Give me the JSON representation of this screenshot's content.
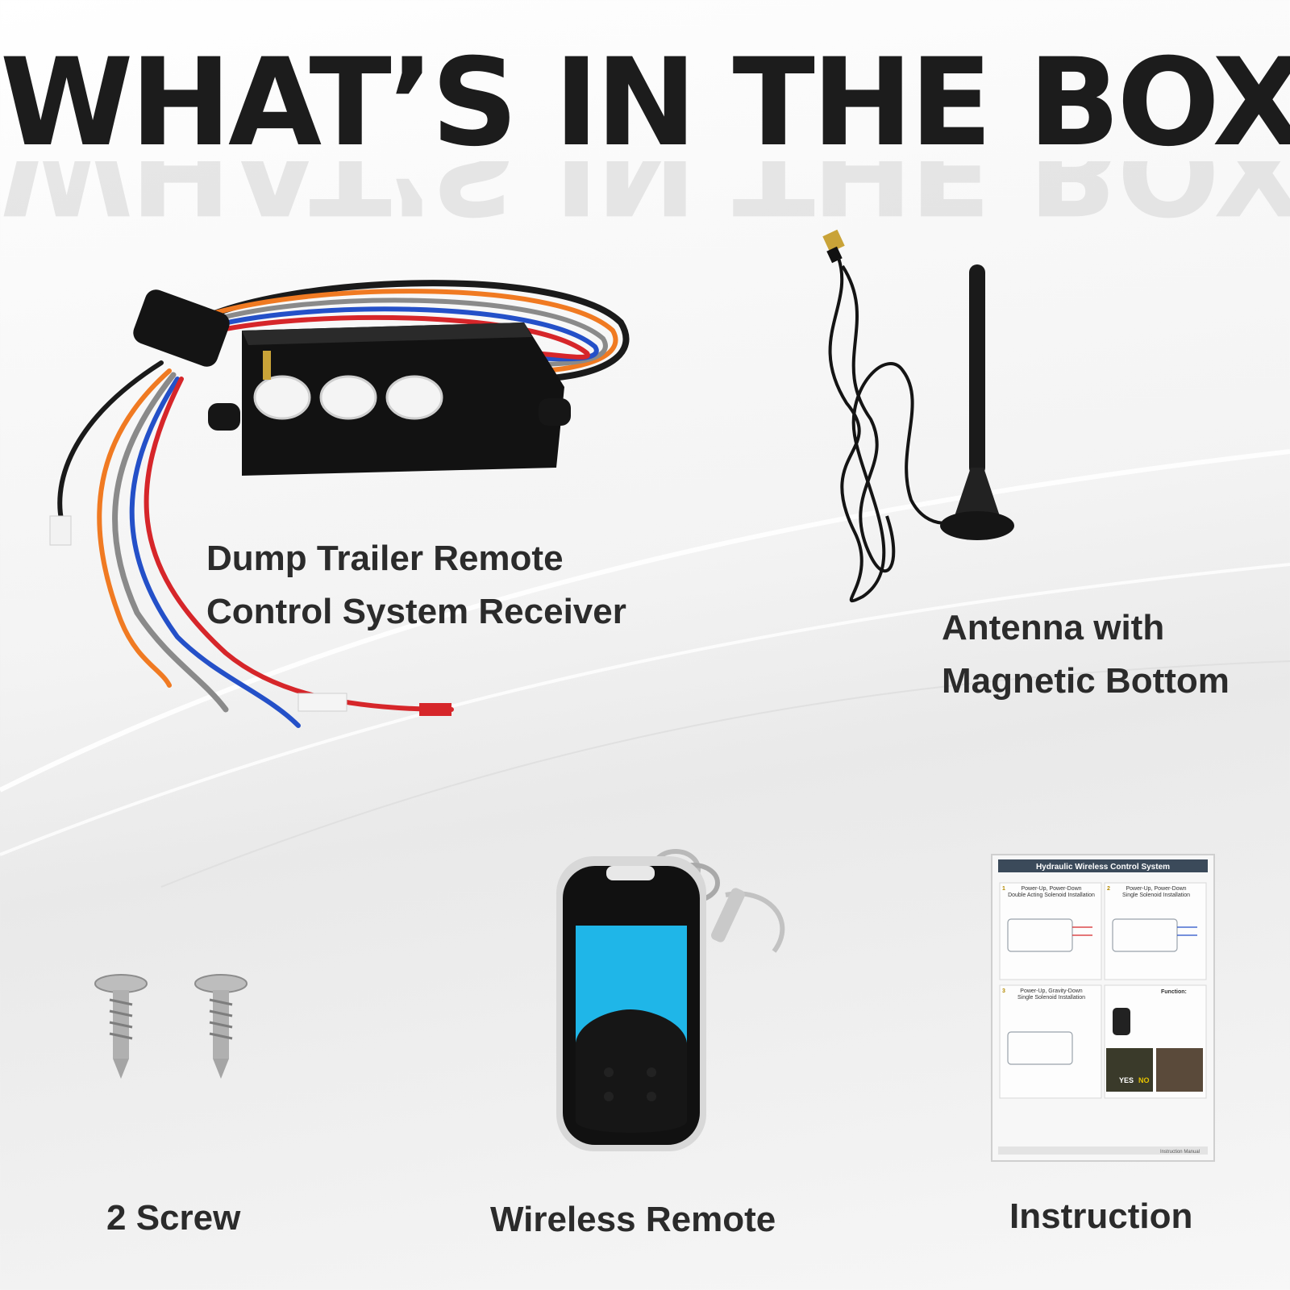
{
  "title": "WHAT’S IN THE BOX",
  "items": {
    "receiver": {
      "line1": "Dump Trailer Remote",
      "line2": "Control System Receiver"
    },
    "antenna": {
      "line1": "Antenna with",
      "line2": "Magnetic Bottom"
    },
    "screws": {
      "label": "2 Screw"
    },
    "remote": {
      "label": "Wireless Remote"
    },
    "instruction": {
      "label": "Instruction"
    }
  },
  "manual": {
    "header": "Hydraulic Wireless Control System",
    "sections": [
      {
        "num": "1",
        "title": "Power-Up, Power-Down",
        "subtitle": "Double Acting Solenoid Installation"
      },
      {
        "num": "2",
        "title": "Power-Up, Power-Down",
        "subtitle": "Single Solenoid Installation"
      },
      {
        "num": "3",
        "title": "Power-Up, Gravity-Down",
        "subtitle": "Single Solenoid Installation"
      }
    ],
    "function_label": "Function:",
    "yes": "YES",
    "no": "NO",
    "footer": "Instruction Manual"
  },
  "colors": {
    "remote_panel": "#1fb6e8",
    "wire_red": "#d6262a",
    "wire_blue": "#2450c8",
    "wire_orange": "#f07a22",
    "wire_gray": "#8a8a8a"
  }
}
